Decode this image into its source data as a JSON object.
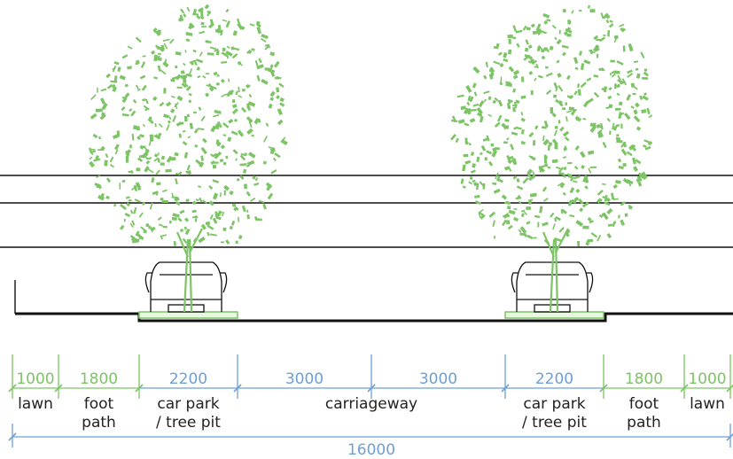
{
  "colors": {
    "green": "#7cc465",
    "blue": "#6e9fd6",
    "line": "#111111",
    "text": "#222222"
  },
  "segments": [
    {
      "dimension": "1000",
      "label": "lawn",
      "color": "green"
    },
    {
      "dimension": "1800",
      "label": "foot\npath",
      "color": "green"
    },
    {
      "dimension": "2200",
      "label": "car park\n/ tree pit",
      "color": "blue"
    },
    {
      "dimension": "3000",
      "label": "",
      "color": "blue"
    },
    {
      "dimension": "3000",
      "label": "",
      "color": "blue"
    },
    {
      "dimension": "2200",
      "label": "car park\n/ tree pit",
      "color": "blue"
    },
    {
      "dimension": "1800",
      "label": "foot\npath",
      "color": "green"
    },
    {
      "dimension": "1000",
      "label": "lawn",
      "color": "green"
    }
  ],
  "carriageway_label": "carriageway",
  "total_dimension": "16000",
  "icons": [
    "tree-icon",
    "car-icon"
  ]
}
